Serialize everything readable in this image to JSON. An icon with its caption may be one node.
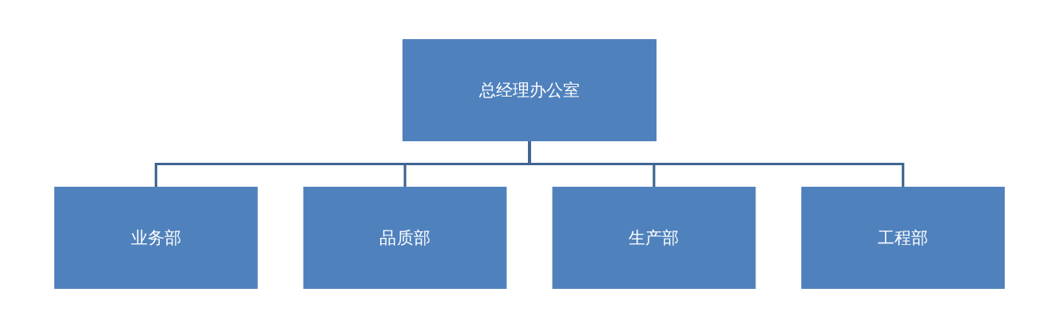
{
  "diagram": {
    "nodes": [
      {
        "text": [
          "总经理办公室"
        ]
      },
      {
        "text": [
          "业务部"
        ]
      },
      {
        "text": [
          "品质部"
        ]
      },
      {
        "text": [
          "生产部"
        ]
      },
      {
        "text": [
          "工程部"
        ]
      }
    ],
    "edges": [
      {
        "from": 0,
        "to": 1,
        "arrow": "none"
      },
      {
        "from": 0,
        "to": 2,
        "arrow": "none"
      },
      {
        "from": 0,
        "to": 3,
        "arrow": "none"
      },
      {
        "from": 0,
        "to": 4,
        "arrow": "none"
      }
    ]
  }
}
